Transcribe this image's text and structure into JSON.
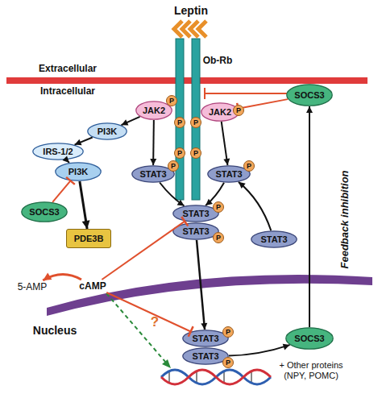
{
  "diagram": {
    "nodes": [
      {
        "text": [
          "JAK2"
        ]
      },
      {
        "text": [
          "JAK2"
        ]
      },
      {
        "text": [
          "SOCS3"
        ]
      },
      {
        "text": [
          "PI3K"
        ]
      },
      {
        "text": [
          "IRS-1/2"
        ]
      },
      {
        "text": [
          "PI3K"
        ]
      },
      {
        "text": [
          "STAT3"
        ]
      },
      {
        "text": [
          "STAT3"
        ]
      },
      {
        "text": [
          "SOCS3"
        ]
      },
      {
        "text": [
          "STAT3"
        ]
      },
      {
        "text": [
          "STAT3"
        ]
      },
      {
        "text": [
          "PDE3B"
        ]
      },
      {
        "text": [
          "STAT3"
        ]
      },
      {
        "text": [
          "5-AMP"
        ]
      },
      {
        "text": [
          "cAMP"
        ]
      },
      {
        "text": [
          "STAT3"
        ]
      },
      {
        "text": [
          "STAT3"
        ]
      },
      {
        "text": [
          "SOCS3"
        ]
      }
    ],
    "edges": [
      {
        "from": 0,
        "to": 3,
        "arrow": "to"
      },
      {
        "from": 3,
        "to": 4,
        "arrow": "to"
      },
      {
        "from": 4,
        "to": 5,
        "arrow": "to"
      },
      {
        "from": 5,
        "to": 11,
        "arrow": "to"
      },
      {
        "from": 8,
        "to": 5,
        "arrow": "to"
      },
      {
        "from": 0,
        "to": 6,
        "arrow": "to"
      },
      {
        "from": 1,
        "to": 7,
        "arrow": "to"
      },
      {
        "from": 6,
        "to": 9,
        "arrow": "to"
      },
      {
        "from": 7,
        "to": 9,
        "arrow": "to"
      },
      {
        "from": 12,
        "to": 7,
        "arrow": "to"
      },
      {
        "from": 10,
        "to": 15,
        "arrow": "to"
      },
      {
        "from": 16,
        "to": 17,
        "arrow": "to"
      },
      {
        "from": 17,
        "to": 2,
        "arrow": "to"
      },
      {
        "from": 2,
        "to": 1,
        "arrow": "to"
      },
      {
        "from": 14,
        "to": 13,
        "arrow": "to"
      },
      {
        "from": 14,
        "to": 9,
        "arrow": "to"
      },
      {
        "from": 14,
        "to": 15,
        "arrow": "to"
      }
    ],
    "labels": [
      "Leptin",
      "Extracellular",
      "Intracellular",
      "Ob-Rb",
      "P",
      "P",
      "P",
      "P",
      "P",
      "P",
      "P",
      "P",
      "P",
      "P",
      "P",
      "P",
      "Feedback inhibition",
      "Nucleus",
      "?",
      "+ Other proteins (NPY, POMC)"
    ]
  }
}
